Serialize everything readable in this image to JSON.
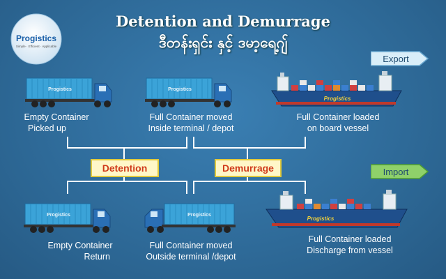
{
  "title": "Detention and Demurrage",
  "subtitle": "ဒီတန်းရှင်း နှင့် ဒမာ့ရေ့ဂျ်",
  "logo_text": "Progistics",
  "logo_tagline": "Simple · Efficient · Applicable",
  "truck_brand": "Progistics",
  "ship_brand": "Progistics",
  "tags": {
    "export": "Export",
    "import": "Import"
  },
  "labels": {
    "detention": "Detention",
    "demurrage": "Demurrage"
  },
  "captions": {
    "empty_picked_1": "Empty Container",
    "empty_picked_2": "Picked up",
    "full_inside_1": "Full Container moved",
    "full_inside_2": "Inside terminal / depot",
    "loaded_vessel_1": "Full Container loaded",
    "loaded_vessel_2": "on board vessel",
    "empty_return_1": "Empty Container",
    "empty_return_2": "Return",
    "full_outside_1": "Full Container moved",
    "full_outside_2": "Outside terminal /depot",
    "discharge_1": "Full Container loaded",
    "discharge_2": "Discharge from vessel"
  },
  "colors": {
    "background": "#2c6693",
    "container": "#3ba3d8",
    "cab": "#2a6fb5",
    "hull": "#1f4f8c",
    "label_fill": "#fff7c8",
    "label_text": "#d03a1a",
    "tag_fill": "#8fd16a"
  },
  "icons": [
    "truck-icon",
    "ship-icon",
    "arrow-tag-icon",
    "logo-icon"
  ]
}
